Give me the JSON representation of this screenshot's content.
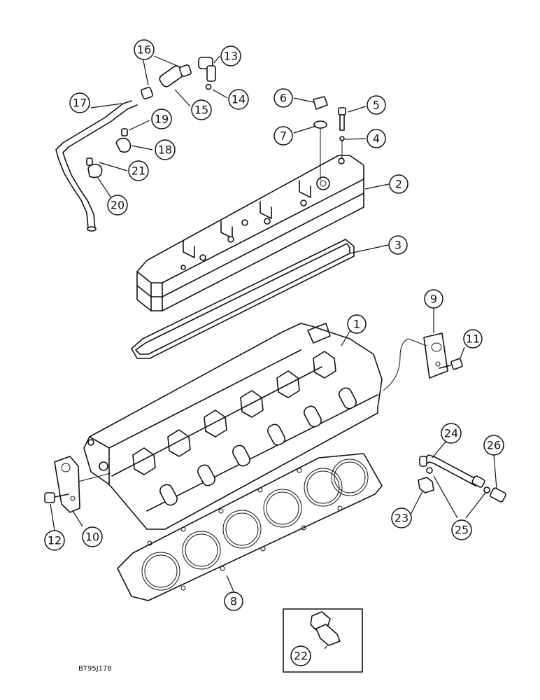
{
  "drawing_id": "BT95J178",
  "callouts": [
    {
      "label": "1"
    },
    {
      "label": "2"
    },
    {
      "label": "3"
    },
    {
      "label": "4"
    },
    {
      "label": "5"
    },
    {
      "label": "6"
    },
    {
      "label": "7"
    },
    {
      "label": "8"
    },
    {
      "label": "9"
    },
    {
      "label": "10"
    },
    {
      "label": "11"
    },
    {
      "label": "12"
    },
    {
      "label": "13"
    },
    {
      "label": "14"
    },
    {
      "label": "15"
    },
    {
      "label": "16"
    },
    {
      "label": "17"
    },
    {
      "label": "18"
    },
    {
      "label": "19"
    },
    {
      "label": "20"
    },
    {
      "label": "21"
    },
    {
      "label": "22"
    },
    {
      "label": "23"
    },
    {
      "label": "24"
    },
    {
      "label": "25"
    },
    {
      "label": "26"
    }
  ]
}
